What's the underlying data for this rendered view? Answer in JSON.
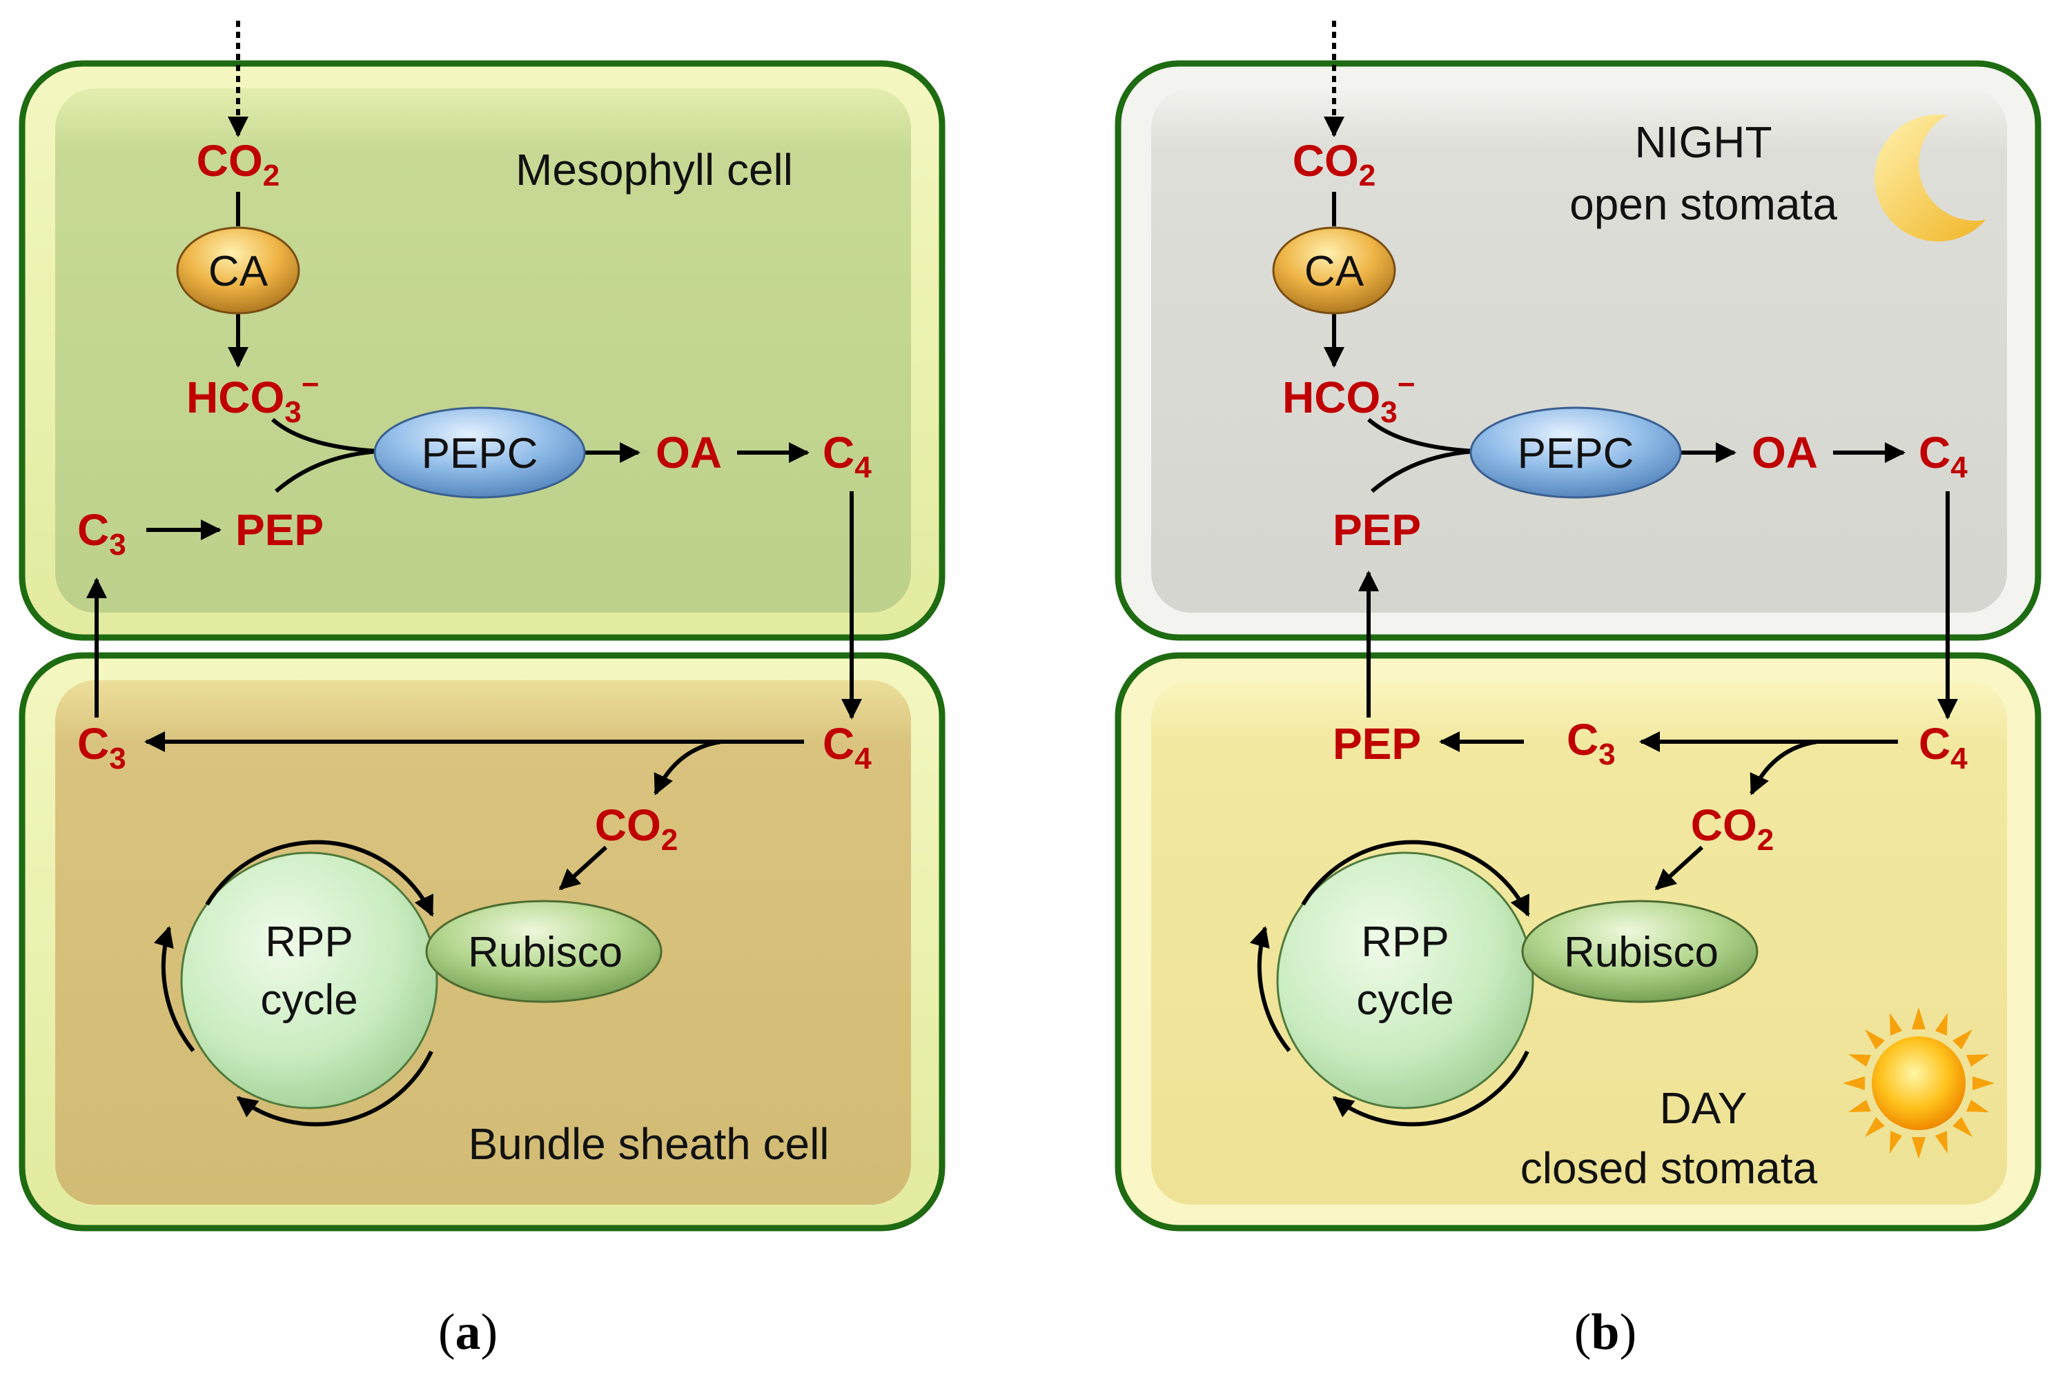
{
  "colors": {
    "metabolite": "#c00000",
    "cell_border": "#1e6b12",
    "mesophyll_fill": "#c3d793",
    "bundle_sheath_fill": "#d8c27c",
    "night_fill": "#dcdcd6",
    "day_fill": "#f1e79c",
    "ca_enzyme": "#e8a53a",
    "pepc_enzyme": "#8db8e6",
    "rubisco_enzyme": "#b2d68e",
    "rpp_cycle": "#c8ebbf"
  },
  "icons": {
    "night": "crescent-moon-icon",
    "day": "sun-icon"
  },
  "panel_a": {
    "caption": {
      "open": "(",
      "letter": "a",
      "close": ")"
    },
    "top_cell_label": "Mesophyll cell",
    "bottom_cell_label": "Bundle sheath cell",
    "co2_top": {
      "base": "CO",
      "sub": "2"
    },
    "ca": "CA",
    "hco3": {
      "base": "HCO",
      "sub": "3",
      "sup": "−"
    },
    "pepc": "PEPC",
    "oa": "OA",
    "c4_top": {
      "base": "C",
      "sub": "4"
    },
    "c3_top": {
      "base": "C",
      "sub": "3"
    },
    "pep_top": "PEP",
    "c3_bottom": {
      "base": "C",
      "sub": "3"
    },
    "c4_bottom": {
      "base": "C",
      "sub": "4"
    },
    "co2_bottom": {
      "base": "CO",
      "sub": "2"
    },
    "rpp": {
      "line1": "RPP",
      "line2": "cycle"
    },
    "rubisco": "Rubisco"
  },
  "panel_b": {
    "caption": {
      "open": "(",
      "letter": "b",
      "close": ")"
    },
    "night": {
      "line1": "NIGHT",
      "line2": "open stomata"
    },
    "day": {
      "line1": "DAY",
      "line2": "closed stomata"
    },
    "co2_top": {
      "base": "CO",
      "sub": "2"
    },
    "ca": "CA",
    "hco3": {
      "base": "HCO",
      "sub": "3",
      "sup": "−"
    },
    "pepc": "PEPC",
    "oa": "OA",
    "c4_top": {
      "base": "C",
      "sub": "4"
    },
    "pep_top": "PEP",
    "pep_bottom": "PEP",
    "c3_bottom": {
      "base": "C",
      "sub": "3"
    },
    "c4_bottom": {
      "base": "C",
      "sub": "4"
    },
    "co2_bottom": {
      "base": "CO",
      "sub": "2"
    },
    "rpp": {
      "line1": "RPP",
      "line2": "cycle"
    },
    "rubisco": "Rubisco"
  }
}
